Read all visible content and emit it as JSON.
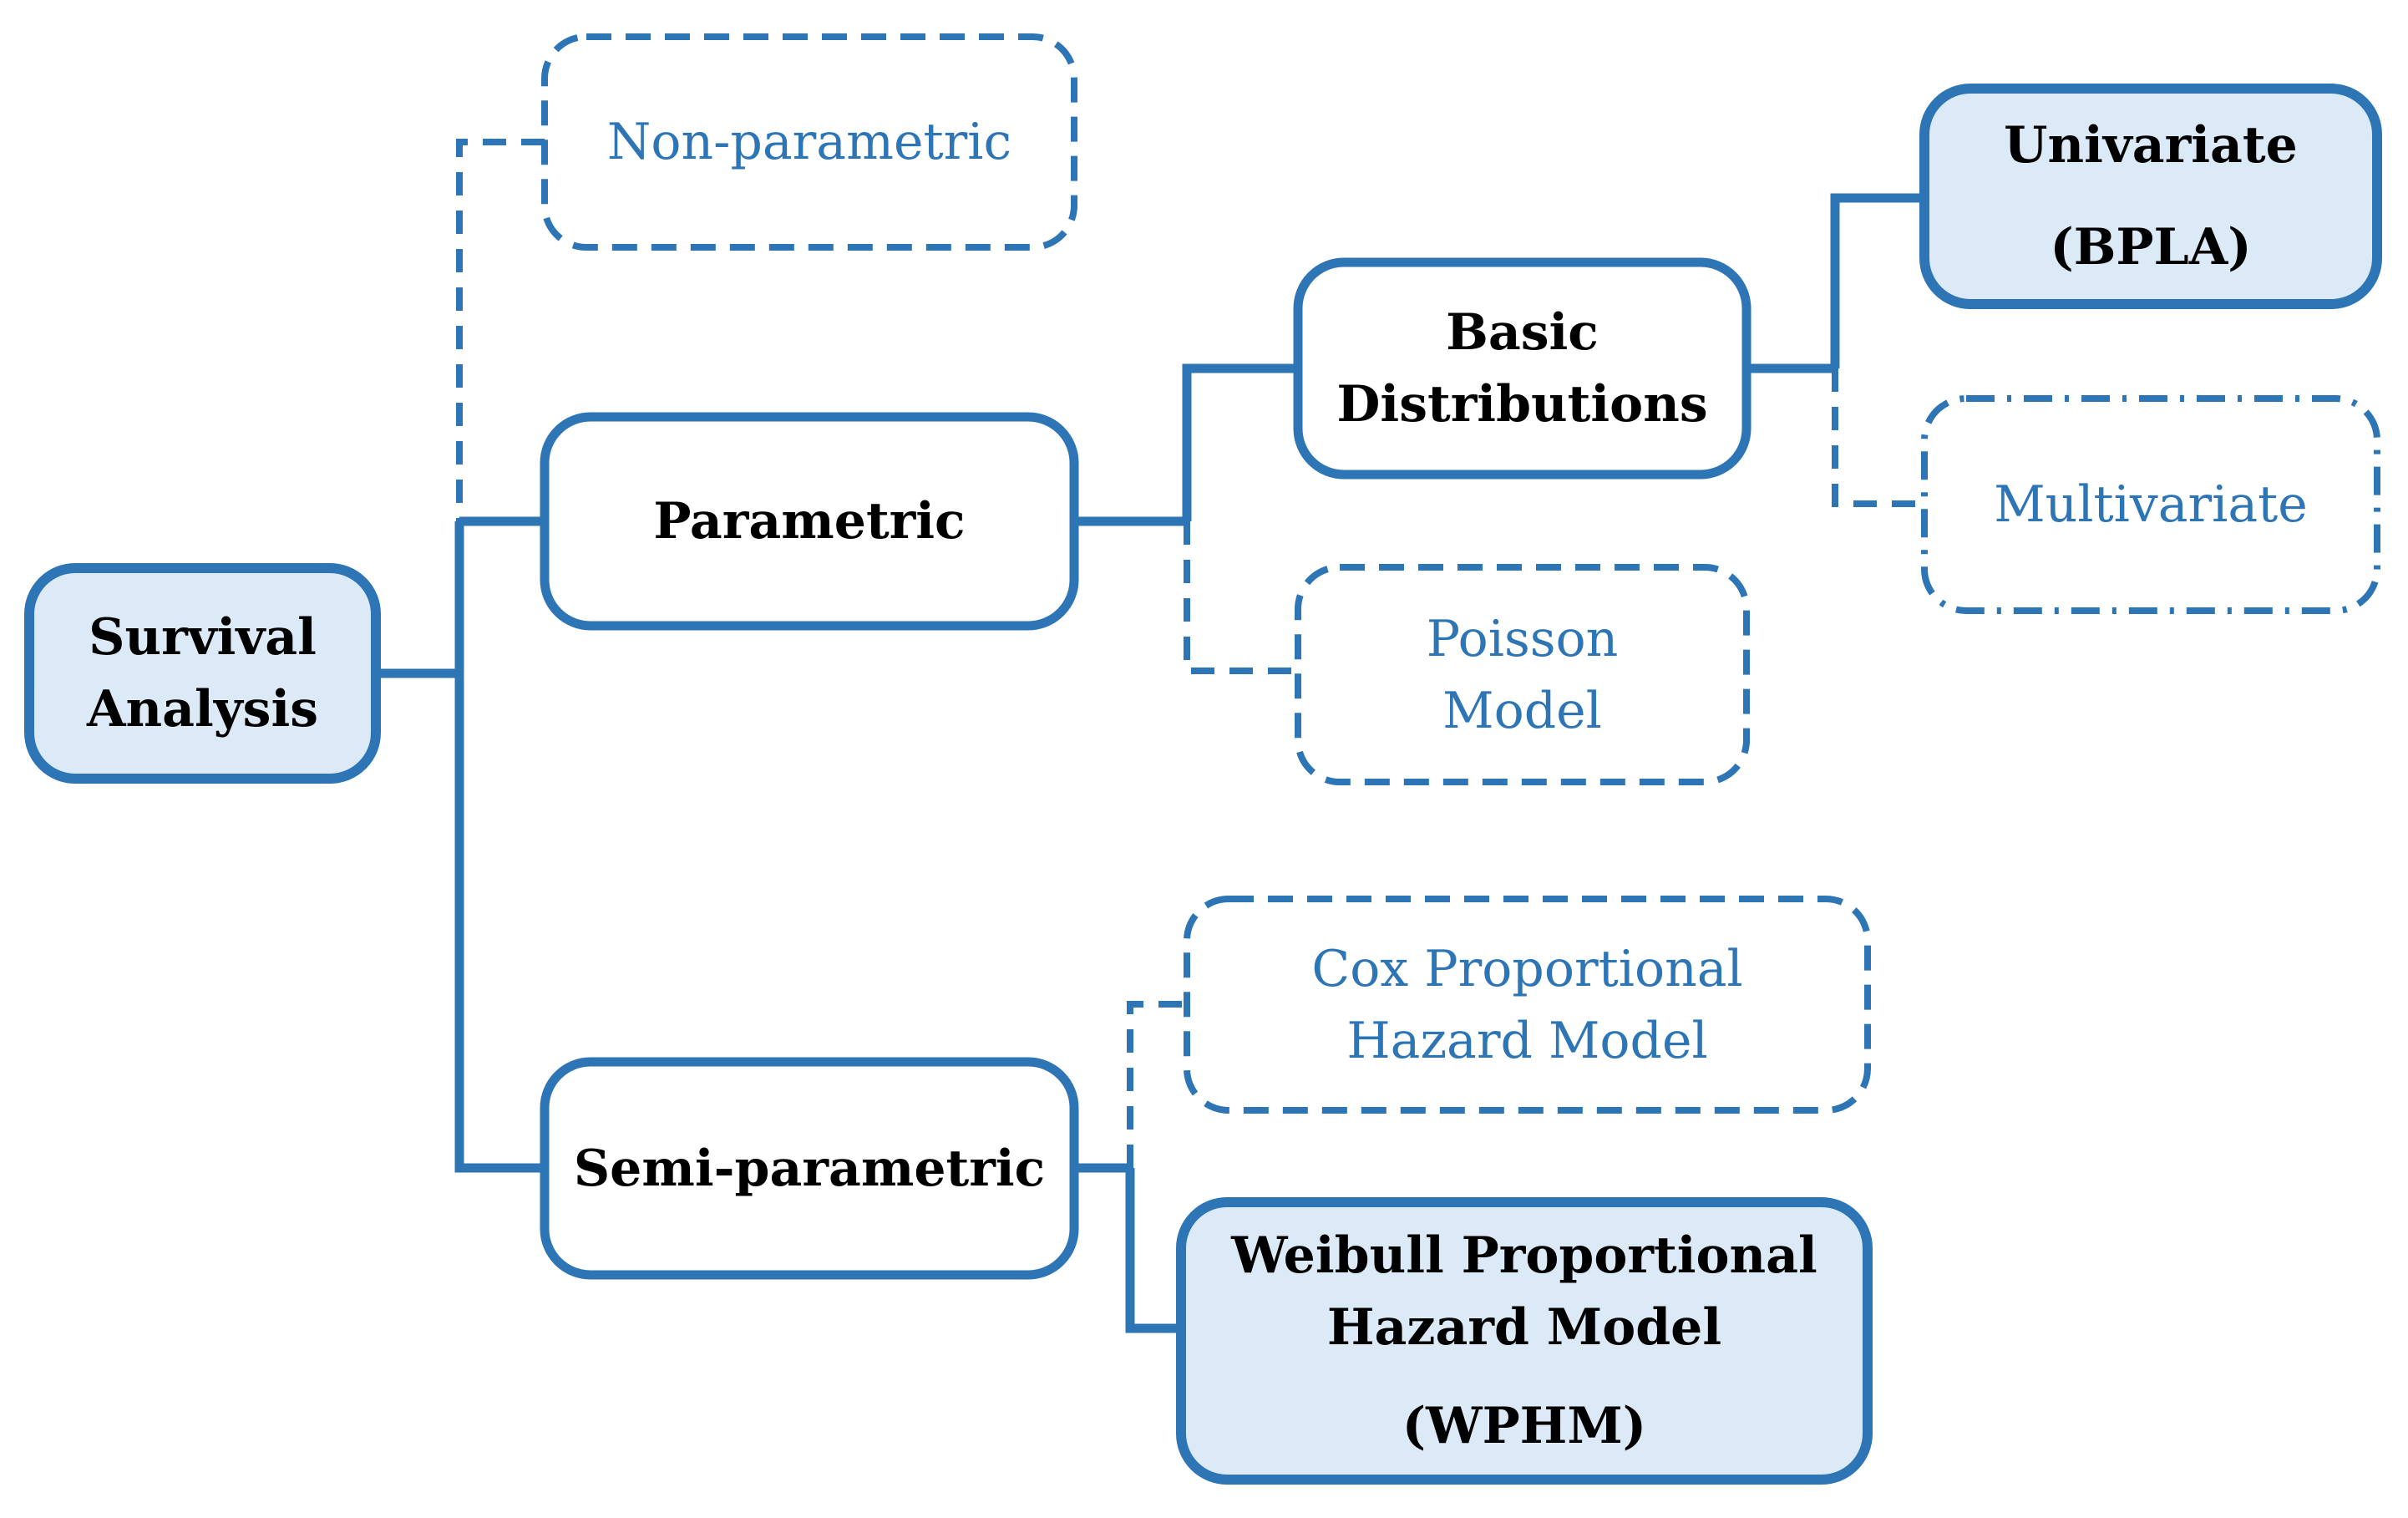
{
  "diagram": {
    "title": "Survival analysis methods tree",
    "colors": {
      "border_blue": "#2E75B6",
      "fill_light_blue": "#DCE9F6",
      "text_black": "#000000",
      "text_blue": "#2E75B6",
      "background": "#ffffff"
    }
  },
  "nodes": {
    "survival": {
      "lines": [
        "Survival",
        "Analysis"
      ],
      "border": "solid",
      "fill": "light-blue",
      "text_color": "black"
    },
    "non_parametric": {
      "lines": [
        "Non-parametric"
      ],
      "border": "dashed",
      "fill": "white",
      "text_color": "blue"
    },
    "parametric": {
      "lines": [
        "Parametric"
      ],
      "border": "solid",
      "fill": "white",
      "text_color": "black"
    },
    "semi_parametric": {
      "lines": [
        "Semi-parametric"
      ],
      "border": "solid",
      "fill": "white",
      "text_color": "black"
    },
    "basic_distributions": {
      "lines": [
        "Basic",
        "Distributions"
      ],
      "border": "solid",
      "fill": "white",
      "text_color": "black"
    },
    "poisson": {
      "lines": [
        "Poisson",
        "Model"
      ],
      "border": "dashed",
      "fill": "white",
      "text_color": "blue"
    },
    "univariate": {
      "lines": [
        "Univariate",
        "(BPLA)"
      ],
      "border": "solid",
      "fill": "light-blue",
      "text_color": "black"
    },
    "multivariate": {
      "lines": [
        "Multivariate"
      ],
      "border": "dash-dot",
      "fill": "white",
      "text_color": "blue"
    },
    "cox": {
      "lines": [
        "Cox Proportional",
        "Hazard Model"
      ],
      "border": "dashed",
      "fill": "white",
      "text_color": "blue"
    },
    "wphm": {
      "lines": [
        "Weibull Proportional",
        "Hazard Model",
        "(WPHM)"
      ],
      "border": "solid",
      "fill": "light-blue",
      "text_color": "black"
    }
  }
}
